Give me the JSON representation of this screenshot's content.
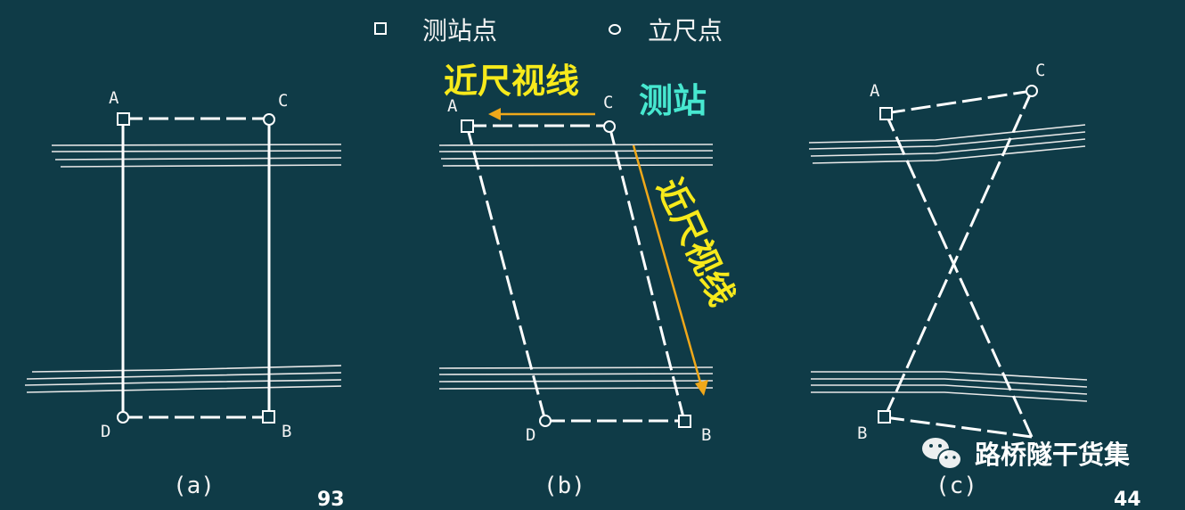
{
  "legend": {
    "station_label": "测站点",
    "staff_label": "立尺点"
  },
  "points": {
    "A": "A",
    "B": "B",
    "C": "C",
    "D": "D"
  },
  "captions": {
    "a": "(a)",
    "b": "(b)",
    "c": "(c)"
  },
  "annotations": {
    "near_sight_top": "近尺视线",
    "station": "测站",
    "near_sight_side": "近尺视线"
  },
  "page_numbers": {
    "left": "93",
    "right": "44"
  },
  "watermark": {
    "text": "路桥隧干货集",
    "icon": "wechat-icon"
  },
  "colors": {
    "background": "#0f3b47",
    "line": "#ffffff",
    "annotation_yellow": "#f7ea1b",
    "annotation_cyan": "#47e8d0",
    "arrow": "#f0a81a"
  }
}
